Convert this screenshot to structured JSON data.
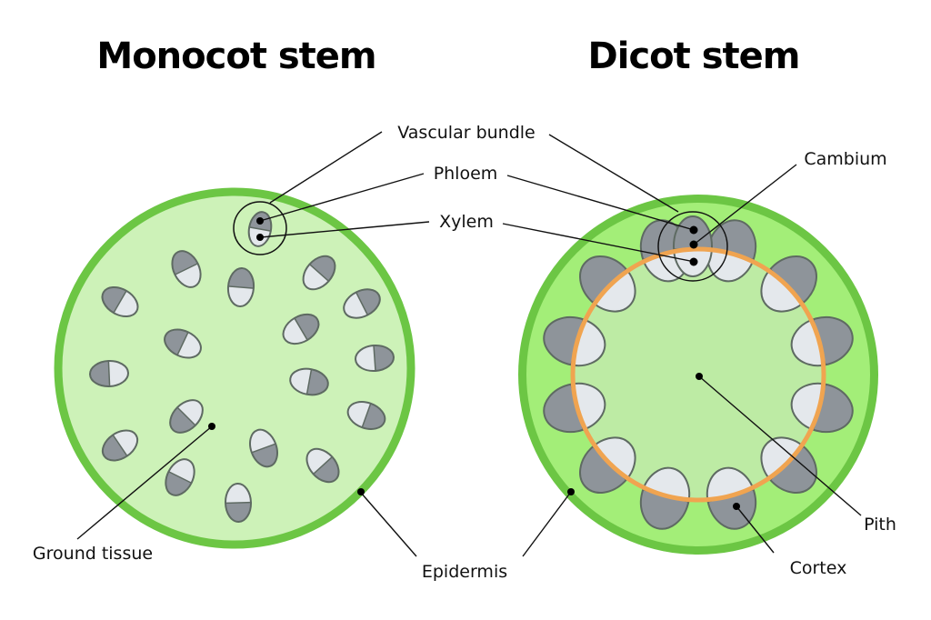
{
  "titles": {
    "monocot": "Monocot stem",
    "dicot": "Dicot stem"
  },
  "labels": {
    "vascular_bundle": "Vascular bundle",
    "phloem": "Phloem",
    "xylem": "Xylem",
    "cambium": "Cambium",
    "ground_tissue": "Ground tissue",
    "epidermis": "Epidermis",
    "pith": "Pith",
    "cortex": "Cortex"
  },
  "colors": {
    "epidermis": "#6cc644",
    "monocot_ground": "#cdf2b8",
    "dicot_cortex": "#a3ee78",
    "dicot_pith": "#bdeba4",
    "cambium": "#f0a450",
    "phloem": "#8e949a",
    "xylem": "#e4e8ec",
    "bundle_outline": "#5e6a62",
    "leader": "#111111"
  },
  "monocot": {
    "bundle_count": 18
  },
  "dicot": {
    "bundle_count": 13
  }
}
